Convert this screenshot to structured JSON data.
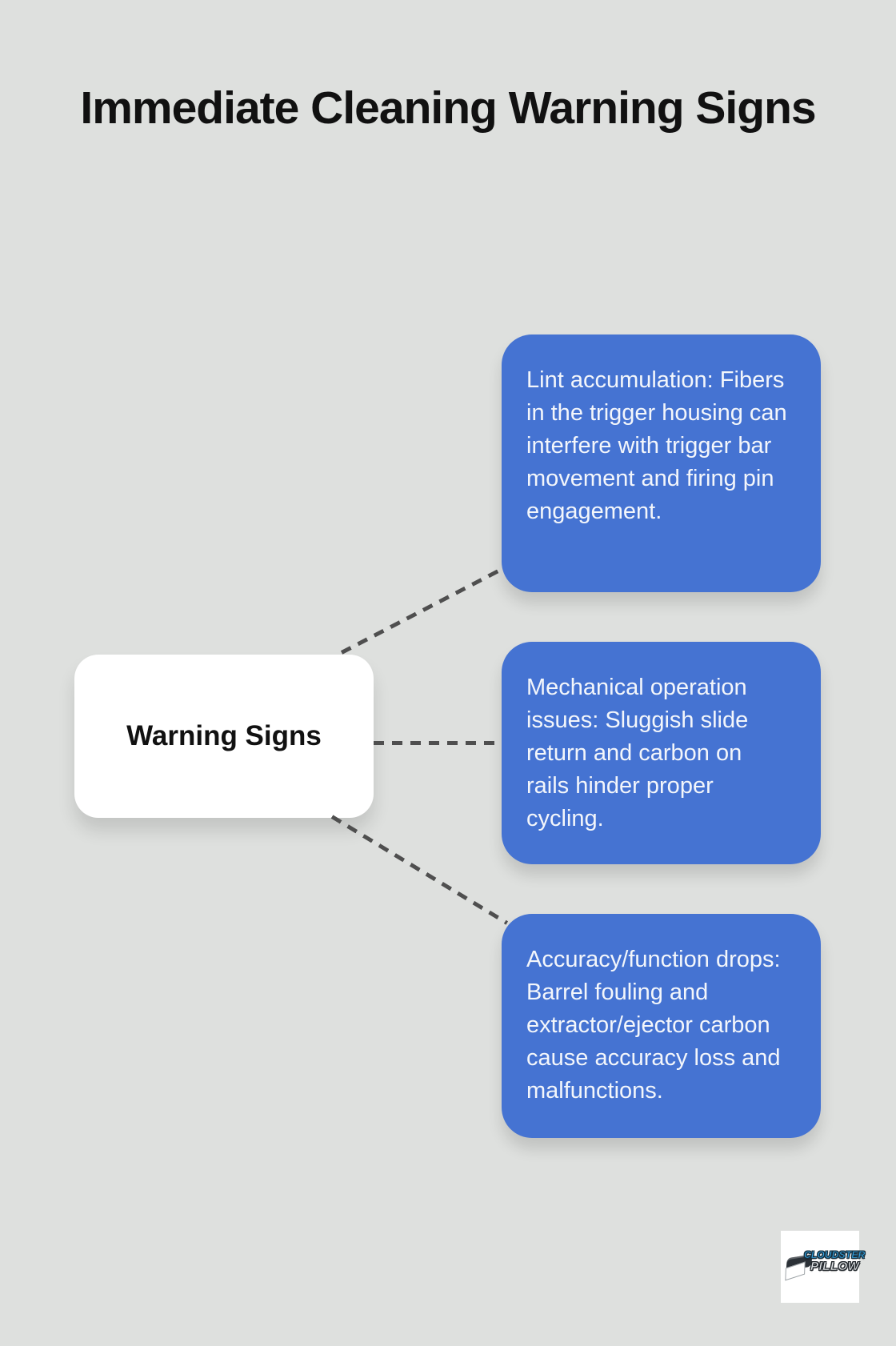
{
  "title": "Immediate Cleaning Warning Signs",
  "center_node": {
    "label": "Warning Signs"
  },
  "branches": [
    {
      "id": "lint-accumulation",
      "text": "Lint accumulation: Fibers in the trigger housing can interfere with trigger bar movement and firing pin engagement."
    },
    {
      "id": "mechanical-operation-issues",
      "text": "Mechanical operation issues: Sluggish slide return and carbon on rails hinder proper cycling."
    },
    {
      "id": "accuracy-function-drops",
      "text": "Accuracy/function drops: Barrel fouling and extractor/ejector carbon cause accuracy loss and malfunctions."
    }
  ],
  "logo": {
    "line1": "CLOUDSTER",
    "line2": "PILLOW"
  },
  "colors": {
    "background": "#dee0de",
    "title_text": "#111111",
    "node_bg": "#ffffff",
    "node_text": "#111111",
    "branch_bg": "#4573d2",
    "branch_text": "#f3f6fb",
    "connector": "#4f4f4f",
    "logo_blue": "#35a7e8",
    "logo_gray": "#e3e6e9"
  }
}
